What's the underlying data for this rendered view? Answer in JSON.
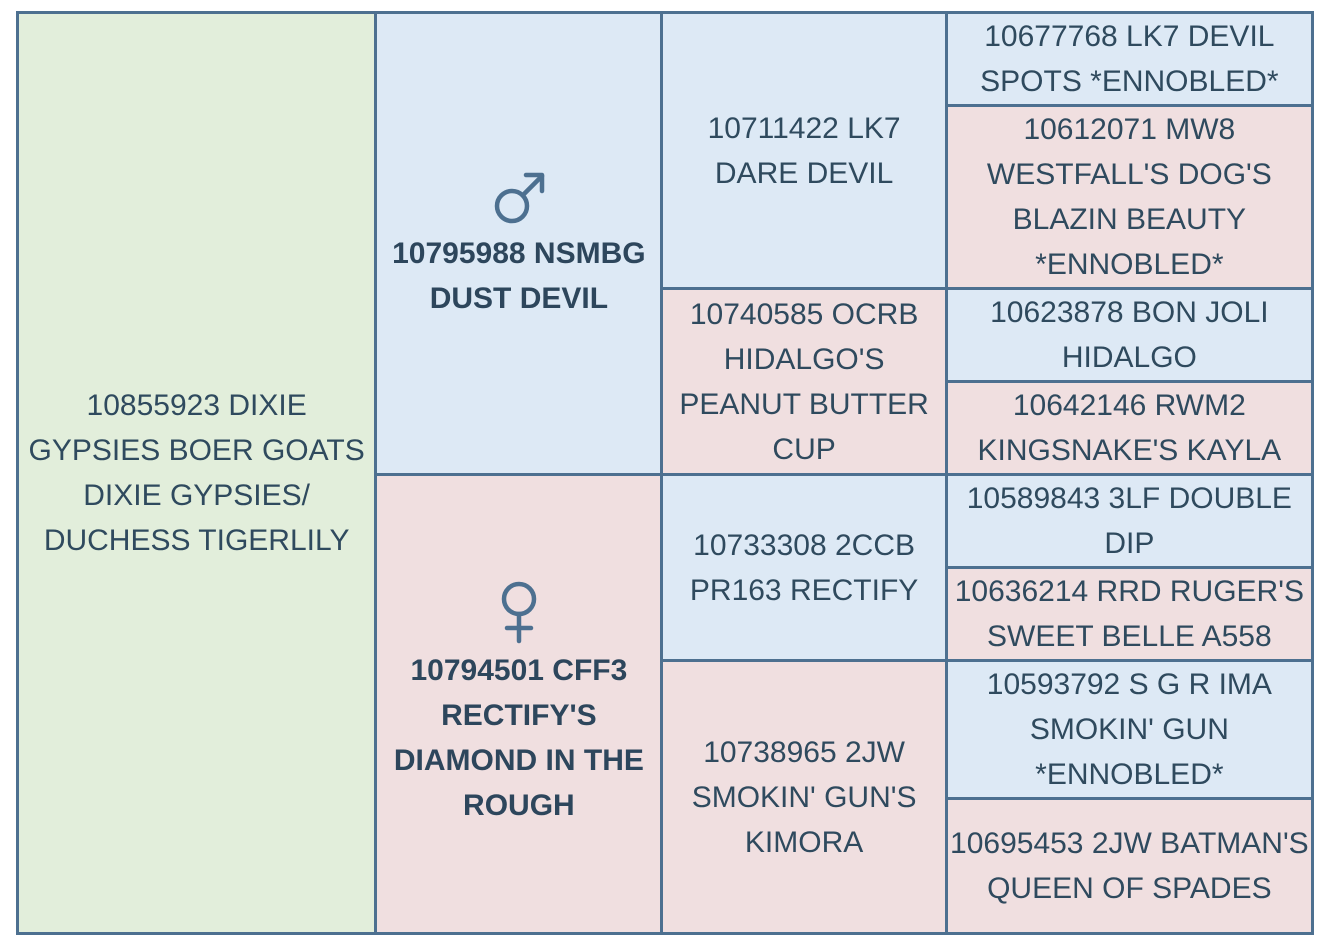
{
  "subject": {
    "name": "10855923 DIXIE GYPSIES BOER GOATS DIXIE GYPSIES/ DUCHESS TIGERLILY"
  },
  "sire": {
    "symbol": "male-symbol-icon",
    "name": "10795988 NSMBG DUST DEVIL",
    "sire": {
      "name": "10711422 LK7 DARE DEVIL",
      "sire": {
        "name": "10677768 LK7 DEVIL SPOTS *ENNOBLED*"
      },
      "dam": {
        "name": "10612071 MW8 WESTFALL'S DOG'S BLAZIN BEAUTY *ENNOBLED*"
      }
    },
    "dam": {
      "name": "10740585 OCRB HIDALGO'S PEANUT BUTTER CUP",
      "sire": {
        "name": "10623878 BON JOLI HIDALGO"
      },
      "dam": {
        "name": "10642146 RWM2 KINGSNAKE'S KAYLA"
      }
    }
  },
  "dam": {
    "symbol": "female-symbol-icon",
    "name": "10794501 CFF3 RECTIFY'S DIAMOND IN THE ROUGH",
    "sire": {
      "name": "10733308 2CCB PR163 RECTIFY",
      "sire": {
        "name": "10589843 3LF DOUBLE DIP"
      },
      "dam": {
        "name": "10636214 RRD RUGER'S SWEET BELLE A558"
      }
    },
    "dam": {
      "name": "10738965 2JW SMOKIN' GUN'S KIMORA",
      "sire": {
        "name": "10593792 S G R IMA SMOKIN' GUN *ENNOBLED*"
      },
      "dam": {
        "name": "10695453 2JW BATMAN'S QUEEN OF SPADES"
      }
    }
  },
  "colors": {
    "subject_bg": "#e2eedb",
    "male_bg": "#dde9f5",
    "female_bg": "#f0dfe0",
    "border": "#4d7090",
    "text": "#2f4a5e",
    "symbol": "#4d7090"
  }
}
